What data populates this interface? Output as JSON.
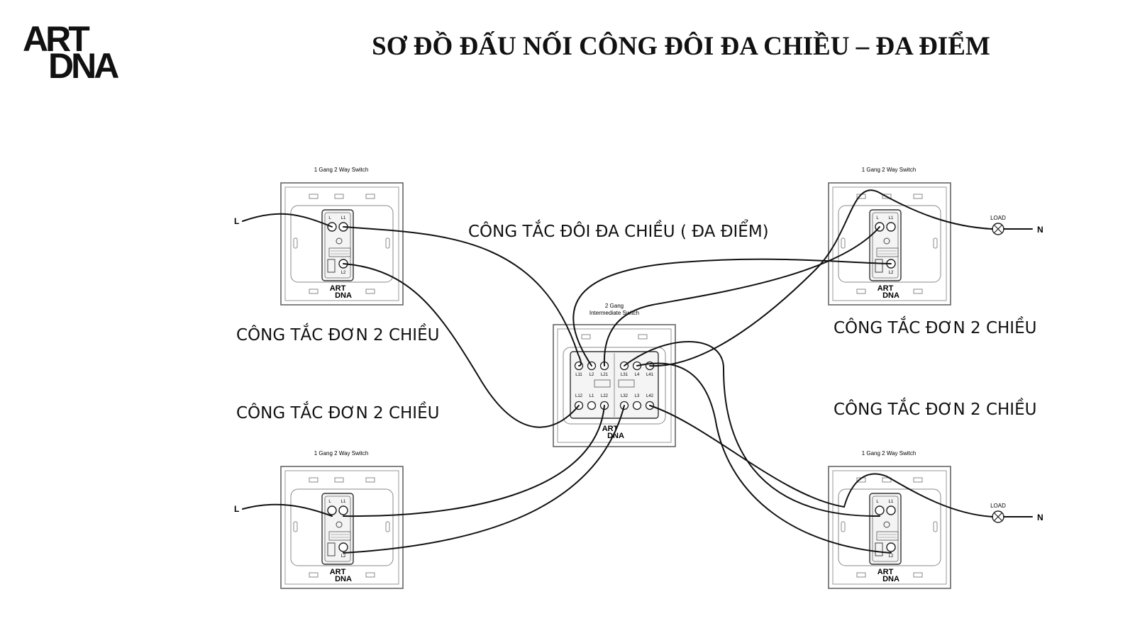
{
  "logo": {
    "line1": "ART",
    "line2": "DNA"
  },
  "title": "SƠ ĐỒ ĐẤU NỐI CÔNG ĐÔI ĐA CHIỀU – ĐA ĐIỂM",
  "labels": {
    "center": "CÔNG TẮC ĐÔI ĐA CHIỀU ( ĐA ĐIỂM)",
    "top_left": "CÔNG TẮC ĐƠN 2 CHIỀU",
    "bottom_left": "CÔNG TẮC ĐƠN 2 CHIỀU",
    "top_right": "CÔNG TẮC ĐƠN 2 CHIỀU",
    "bottom_right": "CÔNG TẮC ĐƠN 2 CHIỀU"
  },
  "switch_single": {
    "caption": "1 Gang 2 Way Switch",
    "term_l": "L",
    "term_l1": "L1",
    "term_l2": "L2",
    "brand_top": "ART",
    "brand_bottom": "DNA"
  },
  "switch_double": {
    "caption_line1": "2 Gang",
    "caption_line2": "Intermediate Switch",
    "top_terms": [
      "L11",
      "L2",
      "L21",
      "L31",
      "L4",
      "L41"
    ],
    "bottom_terms": [
      "L12",
      "L1",
      "L22",
      "L32",
      "L3",
      "L42"
    ],
    "brand_top": "ART",
    "brand_bottom": "DNA"
  },
  "wire_labels": {
    "line": "L",
    "neutral": "N",
    "load": "LOAD"
  }
}
